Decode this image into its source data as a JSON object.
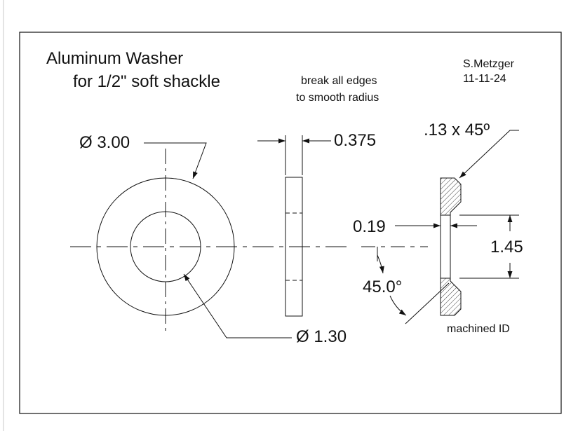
{
  "title": {
    "line1": "Aluminum Washer",
    "line2": "for 1/2\" soft shackle"
  },
  "author": {
    "name": "S.Metzger",
    "date": "11-11-24"
  },
  "notes": {
    "edges_line1": "break all edges",
    "edges_line2": "to smooth radius",
    "machined": "machined ID"
  },
  "dimensions": {
    "outer_diameter": "Ø 3.00",
    "inner_diameter": "Ø 1.30",
    "thickness": "0.375",
    "chamfer": ".13 x 45º",
    "depth": "0.19",
    "bore": "1.45",
    "angle": "45.0°"
  }
}
